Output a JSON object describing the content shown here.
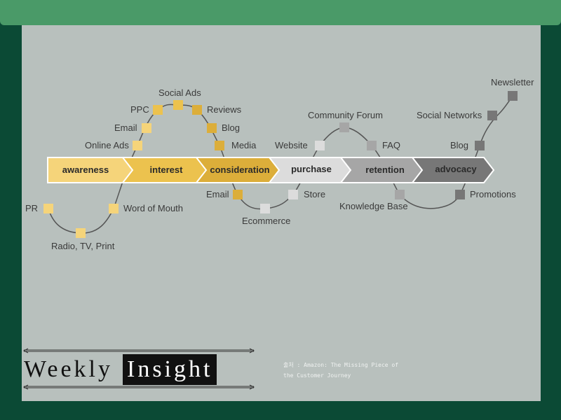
{
  "stages": [
    "awareness",
    "interest",
    "consideration",
    "purchase",
    "retention",
    "advocacy"
  ],
  "touchpoints": {
    "awareness": [
      "PR",
      "Radio, TV, Print",
      "Word of Mouth"
    ],
    "interest": [
      "Online Ads",
      "Email",
      "PPC",
      "Social Ads"
    ],
    "consideration": [
      "Reviews",
      "Blog",
      "Media",
      "Email"
    ],
    "purchase": [
      "Ecommerce",
      "Store",
      "Website"
    ],
    "retention": [
      "Community Forum",
      "FAQ",
      "Knowledge Base"
    ],
    "advocacy": [
      "Promotions",
      "Blog",
      "Social Networks",
      "Newsletter"
    ]
  },
  "colors": {
    "awareness": "#f5d47a",
    "interest": "#ecc24e",
    "consideration": "#dcae3a",
    "purchase": "#dcdcdc",
    "retention": "#a6a6a6",
    "advocacy": "#777777"
  },
  "footer": {
    "title_word1": "Weekly",
    "title_word2": "Insight",
    "source_line1": "출처 : Amazon: The Missing Piece of",
    "source_line2": "the Customer Journey"
  }
}
